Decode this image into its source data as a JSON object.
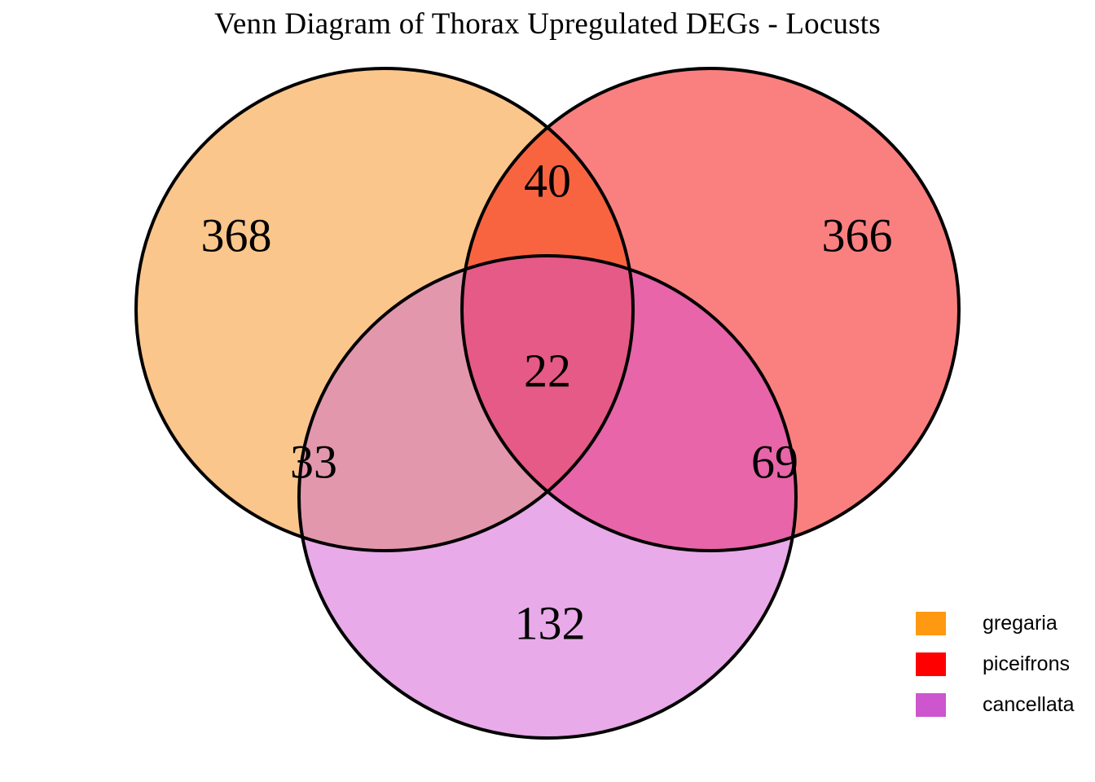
{
  "title": "Venn Diagram of Thorax Upregulated DEGs - Locusts",
  "chart_data": {
    "type": "venn",
    "title": "Venn Diagram of Thorax Upregulated DEGs - Locusts",
    "sets": [
      "gregaria",
      "piceifrons",
      "cancellata"
    ],
    "set_colors": [
      "#FF9912",
      "#FF0000",
      "#CD55CD"
    ],
    "regions": [
      {
        "id": "gregaria-only",
        "label": "gregaria only",
        "sets": [
          "gregaria"
        ],
        "value": 368,
        "fill": "#FAC68C"
      },
      {
        "id": "piceifrons-only",
        "label": "piceifrons only",
        "sets": [
          "piceifrons"
        ],
        "value": 366,
        "fill": "#FA8080"
      },
      {
        "id": "cancellata-only",
        "label": "cancellata only",
        "sets": [
          "cancellata"
        ],
        "value": 132,
        "fill": "#E8AAE8"
      },
      {
        "id": "gregaria-piceifrons",
        "label": "gregaria and piceifrons",
        "sets": [
          "gregaria",
          "piceifrons"
        ],
        "value": 40,
        "fill": "#F96440"
      },
      {
        "id": "gregaria-cancellata",
        "label": "gregaria and cancellata",
        "sets": [
          "gregaria",
          "cancellata"
        ],
        "value": 33,
        "fill": "#E297AD"
      },
      {
        "id": "piceifrons-cancellata",
        "label": "piceifrons and cancellata",
        "sets": [
          "piceifrons",
          "cancellata"
        ],
        "value": 69,
        "fill": "#E765A8"
      },
      {
        "id": "all-three",
        "label": "all three",
        "sets": [
          "gregaria",
          "piceifrons",
          "cancellata"
        ],
        "value": 22,
        "fill": "#E65A87"
      }
    ],
    "counts": {
      "gregaria_only": 368,
      "piceifrons_only": 366,
      "cancellata_only": 132,
      "gregaria_piceifrons": 40,
      "gregaria_cancellata": 33,
      "piceifrons_cancellata": 69,
      "all_three": 22
    },
    "stroke_color": "#000000",
    "background": "#FFFFFF"
  },
  "labels": {
    "gregaria_only": "368",
    "piceifrons_only": "366",
    "cancellata_only": "132",
    "gregaria_piceifrons": "40",
    "gregaria_cancellata": "33",
    "piceifrons_cancellata": "69",
    "all_three": "22"
  },
  "legend": {
    "items": [
      {
        "label": "gregaria",
        "color": "#FF9912"
      },
      {
        "label": "piceifrons",
        "color": "#FF0000"
      },
      {
        "label": "cancellata",
        "color": "#CD55CD"
      }
    ]
  }
}
